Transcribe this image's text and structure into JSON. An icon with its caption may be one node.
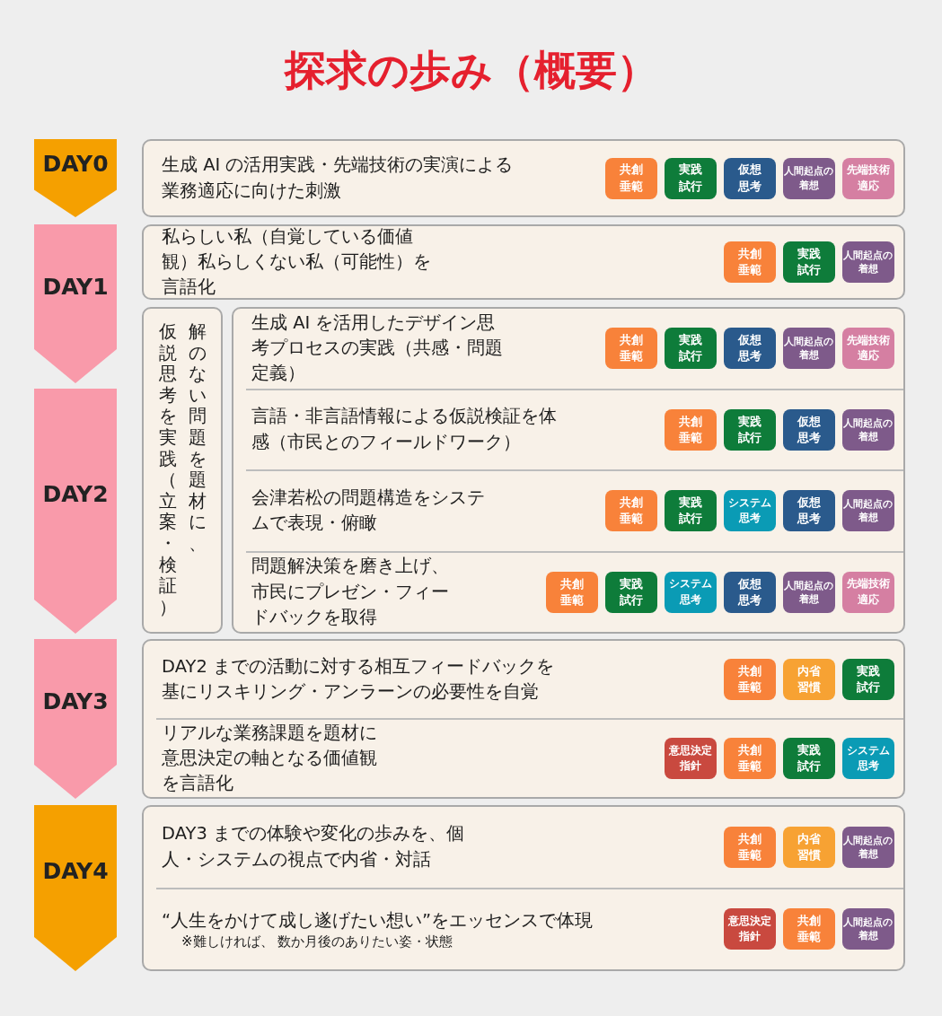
{
  "diagram": {
    "title": "探求の歩み（概要）",
    "nodes": [
      {
        "text": [
          "DAY0"
        ]
      },
      {
        "text": [
          "生成 AI の活用実践・先端技術の実演による業務適応に向けた刺激"
        ]
      },
      {
        "text": [
          "共創垂範"
        ],
        "in": 1
      },
      {
        "text": [
          "実践試行"
        ],
        "in": 1
      },
      {
        "text": [
          "仮想思考"
        ],
        "in": 1
      },
      {
        "text": [
          "人間起点の着想"
        ],
        "in": 1
      },
      {
        "text": [
          "先端技術適応"
        ],
        "in": 1
      },
      {
        "text": [
          "DAY1"
        ]
      },
      {
        "text": [
          "私らしい私（自覚している価値観）私らしくない私（可能性）を言語化"
        ]
      },
      {
        "text": [
          "共創垂範"
        ],
        "in": 8
      },
      {
        "text": [
          "実践試行"
        ],
        "in": 8
      },
      {
        "text": [
          "人間起点の着想"
        ],
        "in": 8
      },
      {
        "text": [
          "DAY2"
        ]
      },
      {
        "text": [
          "解のない問題を題材に、仮説思考を実践（立案・検証）"
        ]
      },
      {
        "text": [],
        "shape": "box"
      },
      {
        "text": [
          "生成 AI を活用したデザイン思考プロセスの実践（共感・問題定義）"
        ],
        "in": 14
      },
      {
        "text": [
          "共創垂範"
        ],
        "in": 15
      },
      {
        "text": [
          "実践試行"
        ],
        "in": 15
      },
      {
        "text": [
          "仮想思考"
        ],
        "in": 15
      },
      {
        "text": [
          "人間起点の着想"
        ],
        "in": 15
      },
      {
        "text": [
          "先端技術適応"
        ],
        "in": 15
      },
      {
        "text": [
          "言語・非言語情報による仮説検証を体感（市民とのフィールドワーク）"
        ],
        "in": 14
      },
      {
        "text": [
          "共創垂範"
        ],
        "in": 21
      },
      {
        "text": [
          "実践試行"
        ],
        "in": 21
      },
      {
        "text": [
          "仮想思考"
        ],
        "in": 21
      },
      {
        "text": [
          "人間起点の着想"
        ],
        "in": 21
      },
      {
        "text": [
          "会津若松の問題構造をシステムで表現・俯瞰"
        ],
        "in": 14
      },
      {
        "text": [
          "共創垂範"
        ],
        "in": 26
      },
      {
        "text": [
          "実践試行"
        ],
        "in": 26
      },
      {
        "text": [
          "システム思考"
        ],
        "in": 26
      },
      {
        "text": [
          "仮想思考"
        ],
        "in": 26
      },
      {
        "text": [
          "人間起点の着想"
        ],
        "in": 26
      },
      {
        "text": [
          "問題解決策を磨き上げ、市民にプレゼン・フィードバックを取得"
        ],
        "in": 14
      },
      {
        "text": [
          "共創垂範"
        ],
        "in": 32
      },
      {
        "text": [
          "実践試行"
        ],
        "in": 32
      },
      {
        "text": [
          "システム思考"
        ],
        "in": 32
      },
      {
        "text": [
          "仮想思考"
        ],
        "in": 32
      },
      {
        "text": [
          "人間起点の着想"
        ],
        "in": 32
      },
      {
        "text": [
          "先端技術適応"
        ],
        "in": 32
      },
      {
        "text": [
          "DAY3"
        ]
      },
      {
        "text": [],
        "shape": "box"
      },
      {
        "text": [
          "DAY2 までの活動に対する相互フィードバックを基にリスキリング・アンラーンの必要性を自覚"
        ],
        "in": 40
      },
      {
        "text": [
          "共創垂範"
        ],
        "in": 41
      },
      {
        "text": [
          "内省習慣"
        ],
        "in": 41
      },
      {
        "text": [
          "実践試行"
        ],
        "in": 41
      },
      {
        "text": [
          "リアルな業務課題を題材に意思決定の軸となる価値観を言語化"
        ],
        "in": 40
      },
      {
        "text": [
          "意思決定指針"
        ],
        "in": 45
      },
      {
        "text": [
          "共創垂範"
        ],
        "in": 45
      },
      {
        "text": [
          "実践試行"
        ],
        "in": 45
      },
      {
        "text": [
          "システム思考"
        ],
        "in": 45
      },
      {
        "text": [
          "DAY4"
        ]
      },
      {
        "text": [],
        "shape": "box"
      },
      {
        "text": [
          "DAY3 までの体験や変化の歩みを、個人・システムの視点で内省・対話"
        ],
        "in": 51
      },
      {
        "text": [
          "共創垂範"
        ],
        "in": 52
      },
      {
        "text": [
          "内省習慣"
        ],
        "in": 52
      },
      {
        "text": [
          "人間起点の着想"
        ],
        "in": 52
      },
      {
        "text": [
          "“人生をかけて成し遂げたい想い”をエッセンスで体現",
          "※難しければ、 数か月後のありたい姿・状態"
        ],
        "in": 51
      },
      {
        "text": [
          "意思決定指針"
        ],
        "in": 56
      },
      {
        "text": [
          "共創垂範"
        ],
        "in": 56
      },
      {
        "text": [
          "人間起点の着想"
        ],
        "in": 56
      }
    ]
  }
}
